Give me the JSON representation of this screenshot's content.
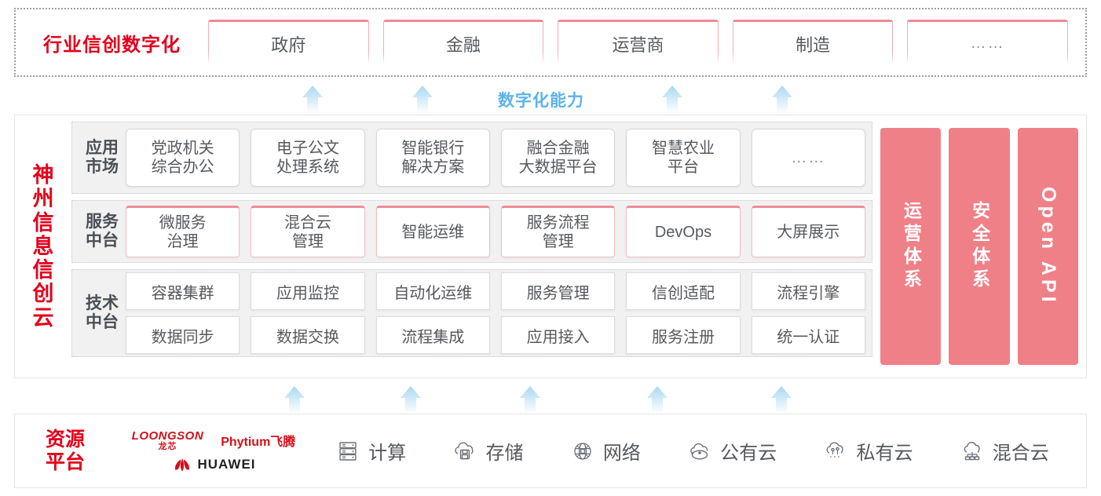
{
  "industry": {
    "title": "行业信创数字化",
    "cards": [
      {
        "label": "政府",
        "name": "industry-card-government"
      },
      {
        "label": "金融",
        "name": "industry-card-finance"
      },
      {
        "label": "运营商",
        "name": "industry-card-carrier"
      },
      {
        "label": "制造",
        "name": "industry-card-manufacturing"
      },
      {
        "label": "……",
        "name": "industry-card-more"
      }
    ]
  },
  "capability_label": "数字化能力",
  "cloud": {
    "title_chars": [
      "神",
      "州",
      "信",
      "息",
      "信",
      "创",
      "云"
    ],
    "layers": [
      {
        "key": "app-market",
        "label": "应用\n市场",
        "label_lines": [
          "应用",
          "市场"
        ],
        "cards": [
          {
            "lines": [
              "党政机关",
              "综合办公"
            ],
            "name": "app-card-government-office"
          },
          {
            "lines": [
              "电子公文",
              "处理系统"
            ],
            "name": "app-card-edoc-system"
          },
          {
            "lines": [
              "智能银行",
              "解决方案"
            ],
            "name": "app-card-smart-bank"
          },
          {
            "lines": [
              "融合金融",
              "大数据平台"
            ],
            "name": "app-card-finance-bigdata"
          },
          {
            "lines": [
              "智慧农业",
              "平台"
            ],
            "name": "app-card-smart-agriculture"
          },
          {
            "lines": [
              "……"
            ],
            "name": "app-card-more"
          }
        ]
      },
      {
        "key": "service-platform",
        "label_lines": [
          "服务",
          "中台"
        ],
        "cards": [
          {
            "lines": [
              "微服务",
              "治理"
            ],
            "name": "service-card-microservice-governance"
          },
          {
            "lines": [
              "混合云",
              "管理"
            ],
            "name": "service-card-hybrid-cloud-mgmt"
          },
          {
            "lines": [
              "智能运维"
            ],
            "name": "service-card-aiops"
          },
          {
            "lines": [
              "服务流程",
              "管理"
            ],
            "name": "service-card-process-mgmt"
          },
          {
            "lines": [
              "DevOps"
            ],
            "name": "service-card-devops"
          },
          {
            "lines": [
              "大屏展示"
            ],
            "name": "service-card-dashboard"
          }
        ]
      },
      {
        "key": "tech-platform",
        "label_lines": [
          "技术",
          "中台"
        ],
        "rows": [
          [
            "容器集群",
            "应用监控",
            "自动化运维",
            "服务管理",
            "信创适配",
            "流程引擎"
          ],
          [
            "数据同步",
            "数据交换",
            "流程集成",
            "应用接入",
            "服务注册",
            "统一认证"
          ]
        ]
      }
    ],
    "side_bars": [
      {
        "text": "运营体系",
        "type": "cn",
        "name": "side-bar-operations-system"
      },
      {
        "text": "安全体系",
        "type": "cn",
        "name": "side-bar-security-system"
      },
      {
        "text": "Open API",
        "type": "en",
        "name": "side-bar-open-api"
      }
    ]
  },
  "resource": {
    "title_lines": [
      "资源",
      "平台"
    ],
    "vendors": [
      {
        "name": "loongson-logo",
        "en": "LOONGSON",
        "cn": "龙芯"
      },
      {
        "name": "phytium-logo",
        "text": "Phytium飞腾"
      },
      {
        "name": "huawei-logo",
        "text": "HUAWEI"
      }
    ],
    "items": [
      {
        "label": "计算",
        "icon": "server-icon",
        "name": "resource-item-compute"
      },
      {
        "label": "存储",
        "icon": "cloud-storage-icon",
        "name": "resource-item-storage"
      },
      {
        "label": "网络",
        "icon": "network-globe-icon",
        "name": "resource-item-network"
      },
      {
        "label": "公有云",
        "icon": "public-cloud-icon",
        "name": "resource-item-public-cloud"
      },
      {
        "label": "私有云",
        "icon": "private-cloud-icon",
        "name": "resource-item-private-cloud"
      },
      {
        "label": "混合云",
        "icon": "hybrid-cloud-icon",
        "name": "resource-item-hybrid-cloud"
      }
    ]
  },
  "colors": {
    "brand_red": "#e3001b",
    "card_pink": "#ef8a96",
    "side_bar_pink": "#ef8088",
    "arrow_blue": "#bfe1f6",
    "capability_blue": "#5cb3ea",
    "layer_gray": "#f1f1f1"
  }
}
